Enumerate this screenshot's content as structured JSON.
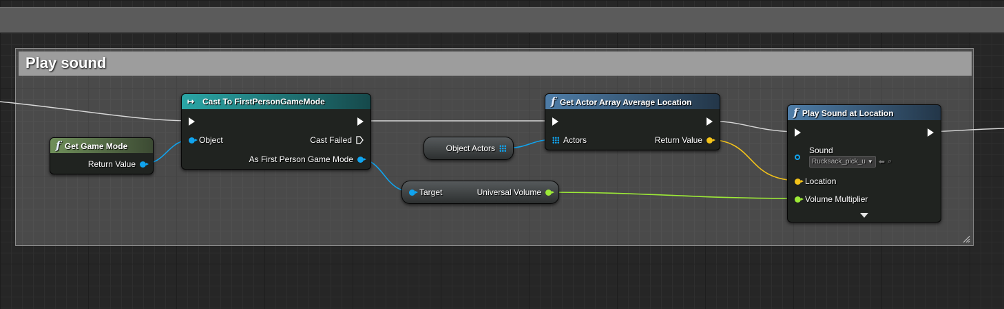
{
  "comment": {
    "title": "Play sound"
  },
  "nodes": {
    "get_game_mode": {
      "title": "Get Game Mode",
      "return_value": "Return Value"
    },
    "cast": {
      "title": "Cast To FirstPersonGameMode",
      "object": "Object",
      "cast_failed": "Cast Failed",
      "as_game_mode": "As First Person Game Mode"
    },
    "object_actors": {
      "label": "Object Actors"
    },
    "get_avg": {
      "title": "Get Actor Array Average Location",
      "actors": "Actors",
      "return_value": "Return Value"
    },
    "universal": {
      "target": "Target",
      "output": "Universal Volume"
    },
    "play_sound": {
      "title": "Play Sound at Location",
      "sound": "Sound",
      "sound_value": "Rucksack_pick_u",
      "location": "Location",
      "volume": "Volume Multiplier"
    }
  },
  "colors": {
    "object_pin": "#10a4ef",
    "vector_pin": "#f3c31a",
    "float_pin": "#9dea37",
    "exec_pin": "#ffffff",
    "pure_header": "#6f8f5a",
    "cast_header": "#2aa6a6",
    "function_header": "#4e7da8"
  },
  "icons": [
    "function-icon",
    "cast-icon",
    "exec-pin-icon",
    "array-grid-icon",
    "dropdown-arrow-icon",
    "browse-icon",
    "search-icon",
    "expand-arrow-icon",
    "resize-grip-icon"
  ]
}
